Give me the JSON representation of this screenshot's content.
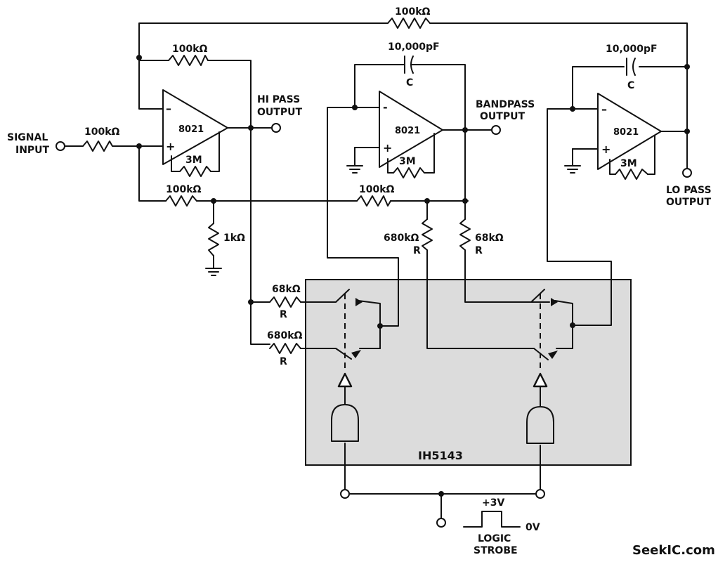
{
  "labels": {
    "r_top_feedback": "100kΩ",
    "r_hp_feedback": "100kΩ",
    "r_input": "100kΩ",
    "r_sum1": "100kΩ",
    "r_sum2": "100kΩ",
    "r_1k": "1kΩ",
    "cap1_value": "10,000pF",
    "cap1_name": "C",
    "cap2_value": "10,000pF",
    "cap2_name": "C",
    "r_680_top": "680kΩ",
    "r_680_top_name": "R",
    "r_68_top": "68kΩ",
    "r_68_top_name": "R",
    "r_68_left": "68kΩ",
    "r_68_left_name": "R",
    "r_680_left": "680kΩ",
    "r_680_left_name": "R",
    "r_3m_1": "3M",
    "r_3m_2": "3M",
    "r_3m_3": "3M",
    "opamp1": "8021",
    "opamp2": "8021",
    "opamp3": "8021",
    "signal_input": [
      "SIGNAL",
      "INPUT"
    ],
    "hi_pass_output": [
      "HI PASS",
      "OUTPUT"
    ],
    "bandpass_output": [
      "BANDPASS",
      "OUTPUT"
    ],
    "lo_pass_output": [
      "LO PASS",
      "OUTPUT"
    ],
    "ic_name": "IH5143",
    "voltage_high": "+3V",
    "voltage_low": "0V",
    "logic_strobe": [
      "LOGIC",
      "STROBE"
    ],
    "watermark": "SeekIC.com"
  }
}
